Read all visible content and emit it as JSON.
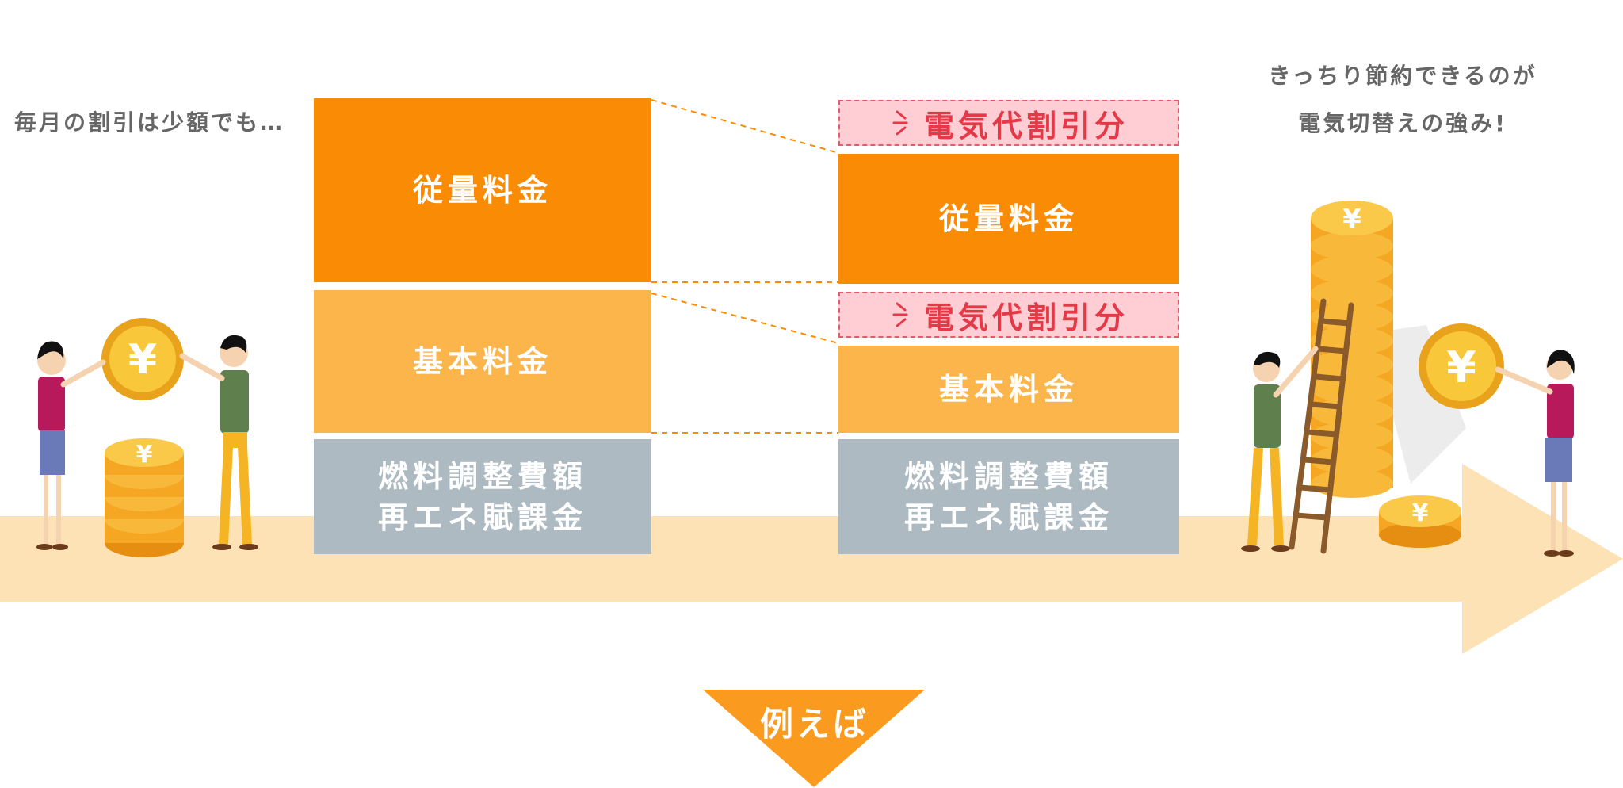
{
  "left_caption": "毎月の割引は少額でも…",
  "right_caption": {
    "line1": "きっちり節約できるのが",
    "line2": "電気切替えの強み!"
  },
  "before": {
    "usage_charge": "従量料金",
    "basic_charge": "基本料金",
    "other_line1": "燃料調整費額",
    "other_line2": "再エネ賦課金"
  },
  "after": {
    "discount_top": "電気代割引分",
    "usage_charge": "従量料金",
    "discount_mid": "電気代割引分",
    "basic_charge": "基本料金",
    "other_line1": "燃料調整費額",
    "other_line2": "再エネ賦課金"
  },
  "footer_label": "例えば",
  "colors": {
    "usage": "#fa8c05",
    "basic": "#fcb54b",
    "other": "#adbac1",
    "discount_bg": "#ffcdd4",
    "discount_text": "#e63948",
    "timeline_band": "#fde2b5",
    "footer_triangle": "#fa9a1e"
  },
  "icons": [
    "yen-coin-icon",
    "coin-stack-icon",
    "ladder-icon",
    "person-icon"
  ]
}
